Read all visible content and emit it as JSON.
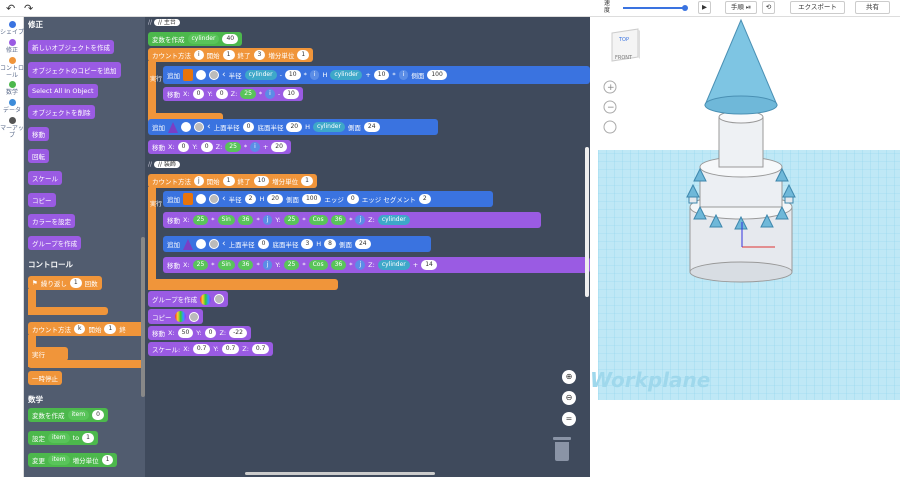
{
  "rail": [
    {
      "label": "シェイプ",
      "color": "#3a73e0"
    },
    {
      "label": "修正",
      "color": "#9a5be3"
    },
    {
      "label": "コントロール",
      "color": "#f0953a"
    },
    {
      "label": "数学",
      "color": "#4cb84c"
    },
    {
      "label": "データ",
      "color": "#3c8bd9"
    },
    {
      "label": "マーアップ",
      "color": "#555"
    }
  ],
  "palette": {
    "header": "修正",
    "modify": [
      "新しいオブジェクトを作成",
      "オブジェクトのコピーを追加",
      "Select All In Object",
      "オブジェクトを削除",
      "移動",
      "回転",
      "スケール",
      "コピー",
      "カラーを設定",
      "グループを作成"
    ],
    "control_header": "コントロール",
    "repeat": "繰り返し",
    "repeat_n": "1",
    "repeat_unit": "回数",
    "count": "カウント方法",
    "count_var": "k",
    "count_start": "開始",
    "count_start_v": "1",
    "count_end": "終",
    "exec": "実行",
    "pause": "一時停止",
    "math_header": "数学",
    "create_var": "変数を作成",
    "var_item": "item",
    "var_val": "0",
    "set": "設定",
    "to": "to",
    "set_val": "1",
    "change": "変更",
    "change_unit": "増分単位",
    "change_val": "1"
  },
  "ws": {
    "c1": "// 主台",
    "var": "変数を作成",
    "var_name": "cylinder",
    "var_val": "40",
    "count": "カウント方法",
    "i": "i",
    "start": "開始",
    "one": "1",
    "end": "終了",
    "three": "3",
    "inc": "増分単位",
    "exec": "実行",
    "add": "追加",
    "radius": "半径",
    "cyl": "cylinder",
    "minus": "-",
    "ten": "10",
    "hlab": "H",
    "plus": "+",
    "side": "側面",
    "hundred": "100",
    "move": "移動",
    "x": "X:",
    "y": "Y:",
    "z": "Z:",
    "zero": "0",
    "twentyfive": "25",
    "top": "上面半径",
    "bottom": "底面半径",
    "twenty": "20",
    "h": "H",
    "twentyfour": "24",
    "c2": "// 装飾",
    "j": "j",
    "ten2": "10",
    "edge": "エッジ",
    "edge_seg": "エッジ セグメント",
    "two": "2",
    "sin": "Sin",
    "cos": "Cos",
    "thirtysix": "36",
    "times": "*",
    "eight": "8",
    "fourteen": "14",
    "group": "グループを作成",
    "copy": "コピー",
    "fifty": "50",
    "m22": "-22",
    "scale": "スケール:",
    "sc": "0.7"
  },
  "viewer": {
    "speed": "速度",
    "step": "手順",
    "export": "エクスポート",
    "share": "共有",
    "cube_top": "TOP",
    "cube_front": "FRONT",
    "workplane": "Workplane"
  }
}
